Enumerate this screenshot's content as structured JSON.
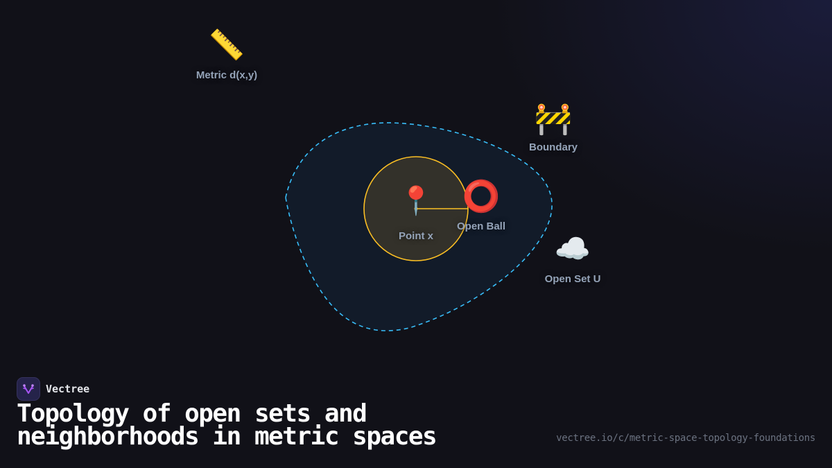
{
  "colors": {
    "background": "#111118",
    "open_set_stroke": "#38bdf8",
    "open_set_fill": "#131d2b",
    "ball_stroke": "#fbbf24",
    "ball_fill": "#36332a",
    "label": "#94a3b8",
    "title": "#ffffff",
    "url": "#6b7280",
    "logo_bg": "#25234a",
    "logo_glyph": "#a855f7"
  },
  "diagram": {
    "nodes": [
      {
        "id": "metric",
        "icon": "ruler-icon",
        "glyph": "📏",
        "label": "Metric d(x,y)"
      },
      {
        "id": "boundary",
        "icon": "construction-barrier-icon",
        "glyph": "🚧",
        "label": "Boundary"
      },
      {
        "id": "point",
        "icon": "round-pushpin-icon",
        "glyph": "📍",
        "label": "Point x"
      },
      {
        "id": "open_ball",
        "icon": "hollow-red-circle-icon",
        "glyph": "⭕",
        "label": "Open Ball"
      },
      {
        "id": "open_set",
        "icon": "cloud-icon",
        "glyph": "☁️",
        "label": "Open Set U"
      }
    ]
  },
  "brand": {
    "name": "Vectree",
    "logo_icon": "vectree-logo-icon"
  },
  "title": "Topology of open sets and neighborhoods in metric spaces",
  "url": "vectree.io/c/metric-space-topology-foundations"
}
